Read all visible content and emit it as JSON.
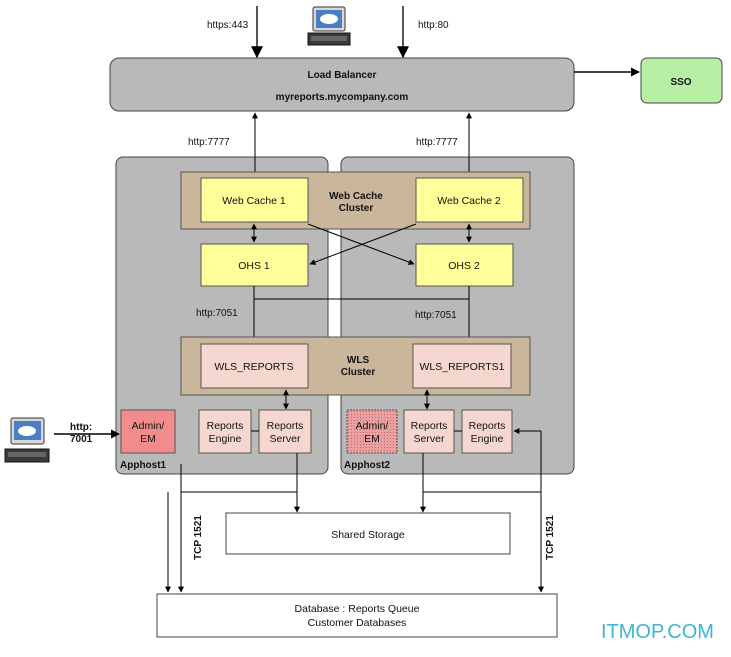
{
  "load_balancer": {
    "title": "Load Balancer",
    "host": "myreports.mycompany.com"
  },
  "protocols": {
    "https": "https:443",
    "http80": "http:80",
    "http7777_left": "http:7777",
    "http7777_right": "http:7777",
    "http7051_left": "http:7051",
    "http7051_right": "http:7051",
    "http_admin_1": "http:",
    "http_admin_2": "7001",
    "tcp_left": "TCP 1521",
    "tcp_right": "TCP 1521"
  },
  "sso": {
    "label": "SSO"
  },
  "web_cache_cluster": {
    "label_1": "Web Cache",
    "label_2": "Cluster",
    "node1": "Web Cache 1",
    "node2": "Web Cache 2"
  },
  "ohs": {
    "node1": "OHS 1",
    "node2": "OHS 2"
  },
  "wls_cluster": {
    "label_1": "WLS",
    "label_2": "Cluster",
    "node1": "WLS_REPORTS",
    "node2": "WLS_REPORTS1"
  },
  "apphost1": {
    "label": "Apphost1",
    "admin_1": "Admin/",
    "admin_2": "EM",
    "engine_1": "Reports",
    "engine_2": "Engine",
    "server_1": "Reports",
    "server_2": "Server"
  },
  "apphost2": {
    "label": "Apphost2",
    "admin_1": "Admin/",
    "admin_2": "EM",
    "server_1": "Reports",
    "server_2": "Server",
    "engine_1": "Reports",
    "engine_2": "Engine"
  },
  "shared_storage": {
    "label": "Shared Storage"
  },
  "database": {
    "line1": "Database : Reports Queue",
    "line2": "Customer Databases"
  },
  "watermark": {
    "text": "ITMOP.COM"
  },
  "colors": {
    "host_gray": "#b9b9b9",
    "cluster_tan": "#c9b69b",
    "node_yellow": "#ffff99",
    "reports_pink": "#f5d7cf",
    "admin_red": "#f28b8b",
    "sso_green": "#b7f0a5"
  }
}
